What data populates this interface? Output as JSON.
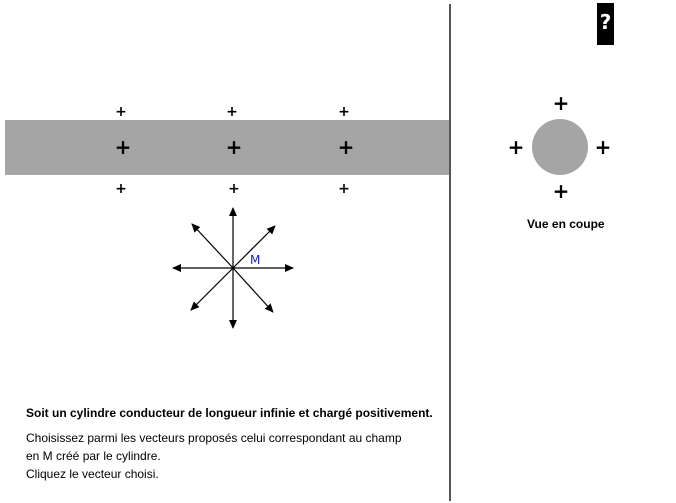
{
  "help": {
    "label": "?"
  },
  "charge_symbol": "+",
  "point_label": "M",
  "section_view": {
    "label": "Vue en coupe"
  },
  "instructions": {
    "title": "Soit un cylindre conducteur de longueur infinie et chargé positivement.",
    "lines": [
      "Choisissez parmi les vecteurs proposés celui correspondant au champ",
      "en M créé par le cylindre.",
      "Cliquez  le vecteur choisi."
    ]
  },
  "colors": {
    "cylinder": "#a5a5a5",
    "point_label": "#1a1ad6",
    "arrows": "#000000"
  }
}
